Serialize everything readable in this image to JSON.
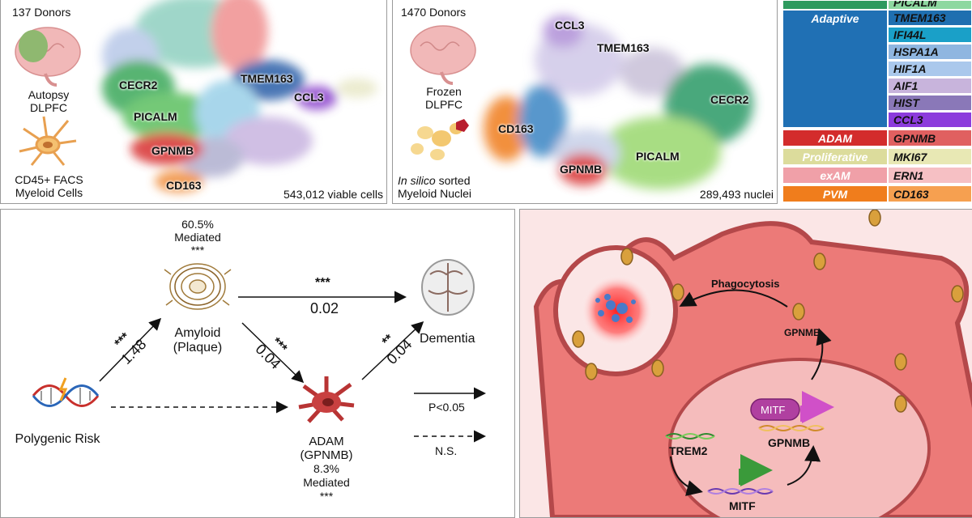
{
  "panel_a": {
    "donors": "137 Donors",
    "tissue_line1": "Autopsy",
    "tissue_line2": "DLPFC",
    "cells_line1": "CD45+ FACS",
    "cells_line2": "Myeloid Cells",
    "count": "543,012 viable cells",
    "clusters": [
      "CECR2",
      "TMEM163",
      "CCL3",
      "PICALM",
      "GPNMB",
      "CD163"
    ]
  },
  "panel_b": {
    "donors": "1470 Donors",
    "tissue_line1": "Frozen",
    "tissue_line2": "DLPFC",
    "cells_line1_italic": "In silico",
    "cells_line1_rest": " sorted",
    "cells_line2": "Myeloid Nuclei",
    "count": "289,493 nuclei",
    "clusters": [
      "CCL3",
      "TMEM163",
      "CECR2",
      "CD163",
      "PICALM",
      "GPNMB"
    ]
  },
  "legend": {
    "top_gene": "PICALM",
    "adaptive_label": "Adaptive",
    "adaptive_genes": [
      "TMEM163",
      "IFI44L",
      "HSPA1A",
      "HIF1A",
      "AIF1",
      "HIST",
      "CCL3"
    ],
    "adaptive_colors": [
      "#1f6fb0",
      "#1aa0c8",
      "#8fb6e0",
      "#aac8ec",
      "#c8b4dc",
      "#8a78b8",
      "#8c3cdc"
    ],
    "rows": [
      {
        "label": "ADAM",
        "gene": "GPNMB",
        "color": "#d32c2c",
        "gene_color": "#e06060"
      },
      {
        "label": "Proliferative",
        "gene": "MKI67",
        "color": "#dcdc9c",
        "gene_color": "#e8e8b4"
      },
      {
        "label": "exAM",
        "gene": "ERN1",
        "color": "#f0a0a8",
        "gene_color": "#f6c0c4"
      },
      {
        "label": "PVM",
        "gene": "CD163",
        "color": "#f07d1c",
        "gene_color": "#f6a050"
      }
    ],
    "colors": {
      "top": "#2e9a5e",
      "adaptive": "#2070b4"
    }
  },
  "panel_d": {
    "amyloid_pct": "60.5%",
    "amyloid_mediated": "Mediated",
    "amyloid_sig": "***",
    "amyloid_line1": "Amyloid",
    "amyloid_line2": "(Plaque)",
    "dementia": "Dementia",
    "polygenic": "Polygenic Risk",
    "adam_line1": "ADAM",
    "adam_line2": "(GPNMB)",
    "adam_pct": "8.3%",
    "adam_mediated": "Mediated",
    "adam_sig": "***",
    "arrows": {
      "pr_amyloid_sig": "***",
      "pr_amyloid_val": "1.48",
      "amyloid_dementia_sig": "***",
      "amyloid_dementia_val": "0.02",
      "amyloid_adam_sig": "***",
      "amyloid_adam_val": "0.04",
      "adam_dementia_sig": "**",
      "adam_dementia_val": "0.04"
    },
    "legend_sig": "P<0.05",
    "legend_ns": "N.S."
  },
  "panel_e": {
    "phagocytosis": "Phagocytosis",
    "gpnmb_surface": "GPNMB",
    "mitf_protein": "MITF",
    "gpnmb_gene": "GPNMB",
    "trem2": "TREM2",
    "mitf_gene": "MITF"
  }
}
